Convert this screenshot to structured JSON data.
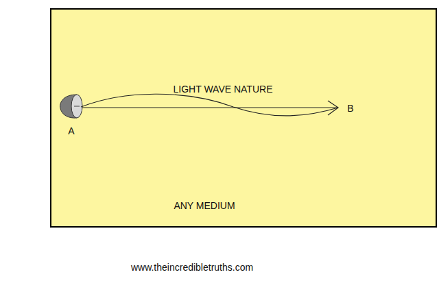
{
  "diagram": {
    "caption": "www.theincredibletruths.com",
    "nodes": [
      {
        "text": [
          "LIGHT WAVE NATURE",
          "ANY MEDIUM"
        ]
      }
    ],
    "labels": [
      "A",
      "B"
    ]
  }
}
